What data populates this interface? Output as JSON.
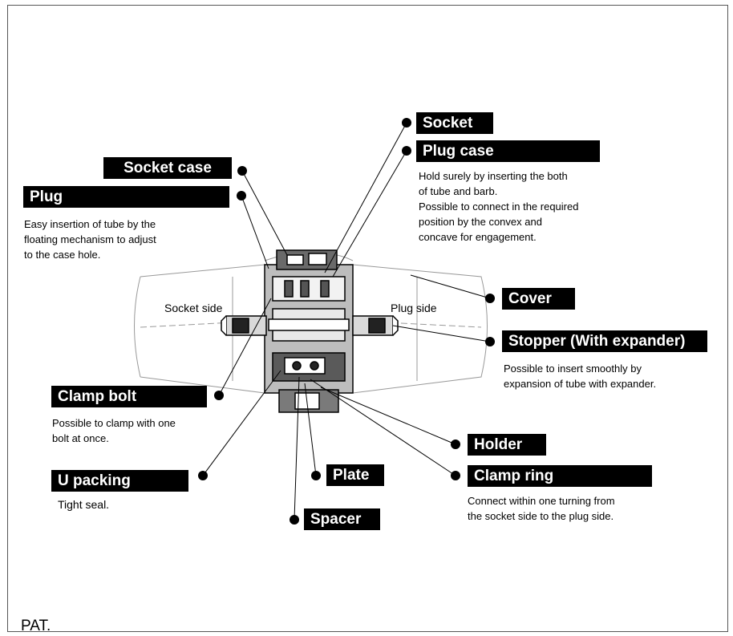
{
  "labels": {
    "socket": "Socket",
    "plug_case": "Plug case",
    "socket_case": "Socket case",
    "plug": "Plug",
    "cover": "Cover",
    "stopper": "Stopper (With expander)",
    "clamp_bolt": "Clamp bolt",
    "holder": "Holder",
    "clamp_ring": "Clamp ring",
    "u_packing": "U packing",
    "plate": "Plate",
    "spacer": "Spacer"
  },
  "descriptions": {
    "plug_case": [
      "Hold surely by inserting the both",
      "of tube and barb.",
      "Possible to connect in the required",
      "position by the convex and",
      "concave for engagement."
    ],
    "plug": [
      "Easy insertion of tube by the",
      "floating mechanism to adjust",
      "to the case hole."
    ],
    "stopper": [
      "Possible to insert smoothly by",
      "expansion of tube with expander."
    ],
    "clamp_bolt": [
      "Possible to clamp with one",
      "bolt at once."
    ],
    "u_packing": [
      "Tight seal."
    ],
    "clamp_ring": [
      "Connect within one turning from",
      "the socket side to the plug side."
    ]
  },
  "side_labels": {
    "socket_side": "Socket side",
    "plug_side": "Plug side"
  },
  "footer": {
    "pat": "PAT."
  }
}
